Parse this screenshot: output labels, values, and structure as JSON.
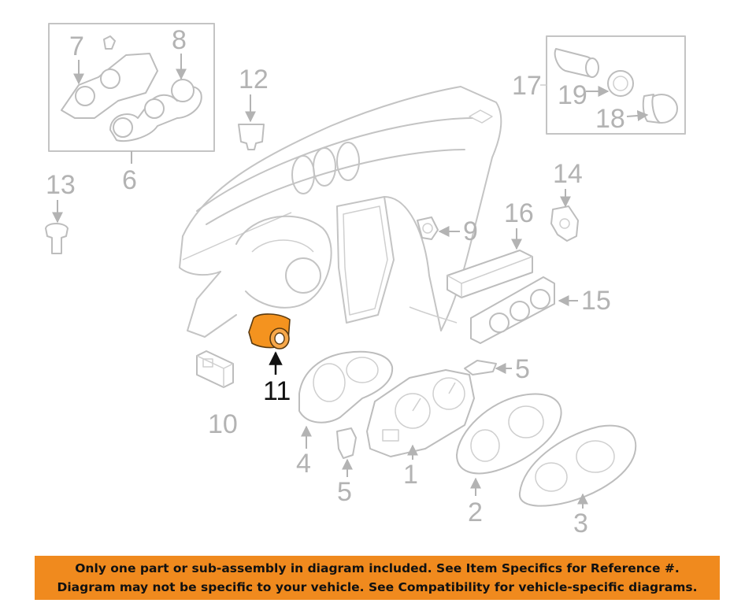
{
  "labels": {
    "l1": "1",
    "l2": "2",
    "l3": "3",
    "l4": "4",
    "l5a": "5",
    "l5b": "5",
    "l6": "6",
    "l7": "7",
    "l8": "8",
    "l9": "9",
    "l10": "10",
    "l11": "11",
    "l12": "12",
    "l13": "13",
    "l14": "14",
    "l15": "15",
    "l16": "16",
    "l17": "17",
    "l18": "18",
    "l19": "19"
  },
  "highlight": {
    "part": "11",
    "color": "#f4931f"
  },
  "banner": {
    "line1": "Only one part or sub-assembly in diagram included. See Item Specifics for Reference #.",
    "line2": "Diagram may not be specific to your vehicle. See Compatibility for vehicle-specific diagrams.",
    "color": "#f08a1e"
  }
}
